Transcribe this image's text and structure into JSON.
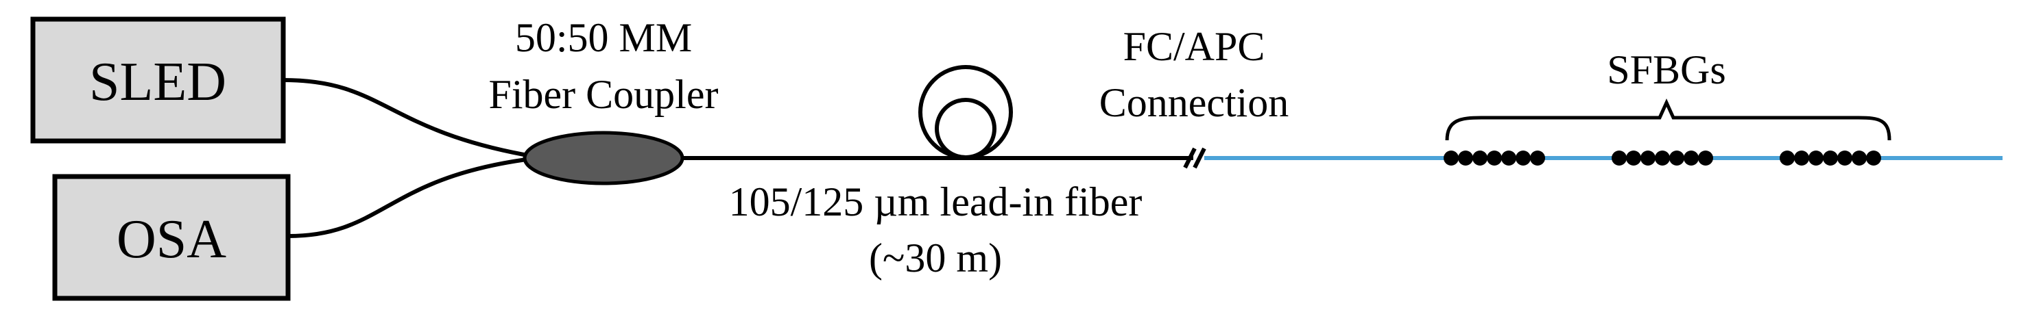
{
  "labels": {
    "sled": "SLED",
    "osa": "OSA",
    "coupler_line1": "50:50 MM",
    "coupler_line2": "Fiber Coupler",
    "connection_line1": "FC/APC",
    "connection_line2": "Connection",
    "fiber_line1": "105/125 µm lead-in fiber",
    "fiber_line2": "(~30 m)",
    "sfbgs": "SFBGs"
  },
  "colors": {
    "box_fill": "#d9d9d9",
    "coupler_fill": "#595959",
    "sensing_fiber": "#4ba3d8",
    "line": "#000000"
  },
  "sfbg_groups": [
    {
      "name": "group-1",
      "dots": 7
    },
    {
      "name": "group-2",
      "dots": 7
    },
    {
      "name": "group-3",
      "dots": 7
    }
  ]
}
